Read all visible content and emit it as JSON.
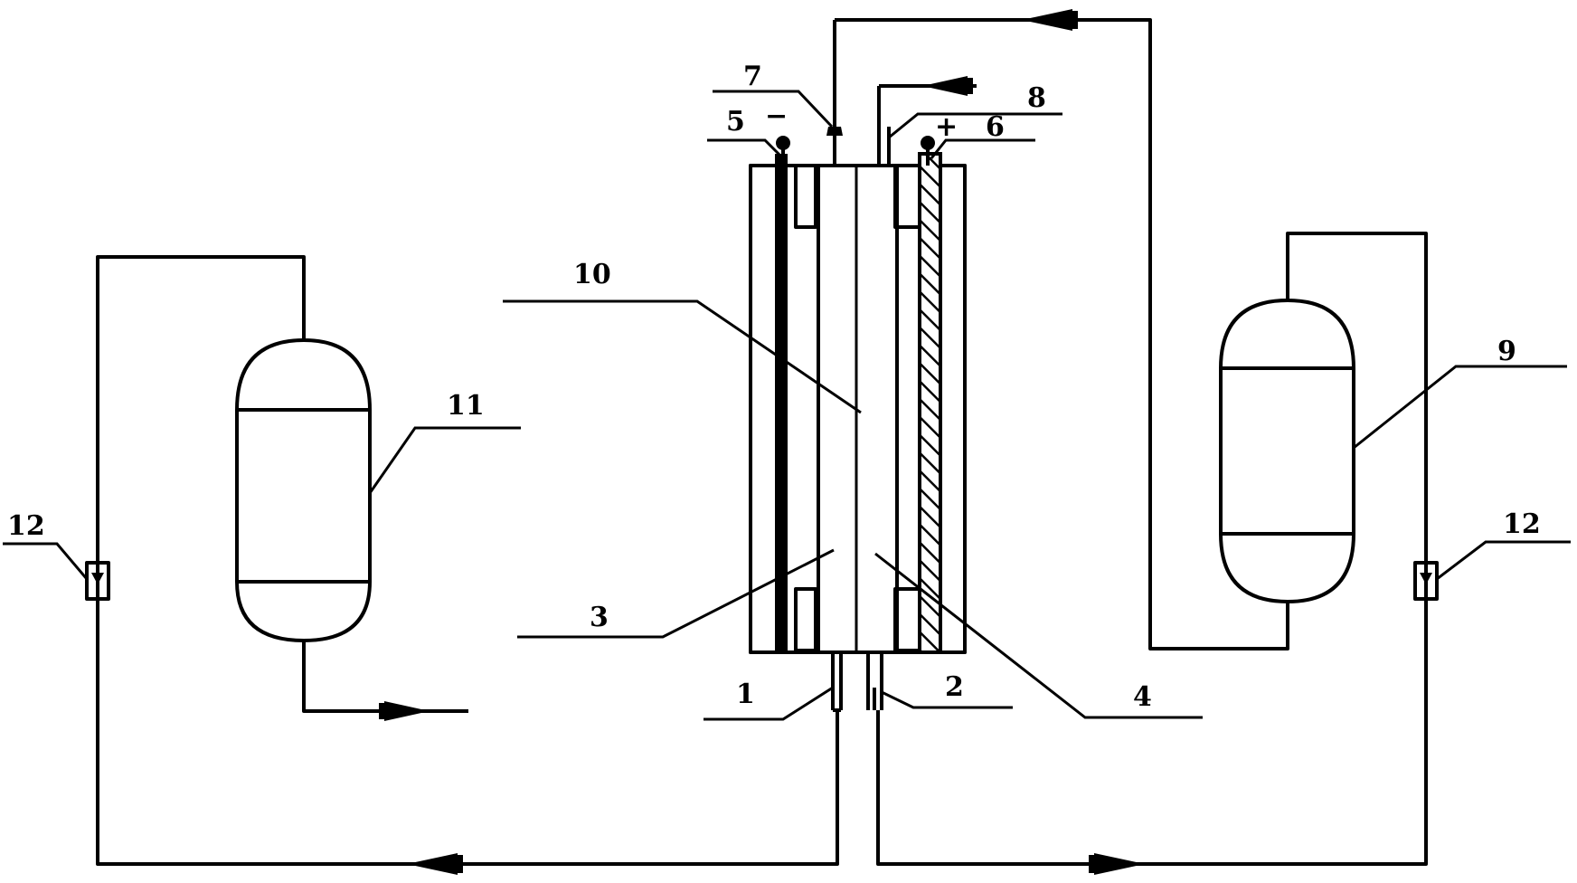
{
  "labels": {
    "l1": "1",
    "l2": "2",
    "l3": "3",
    "l4": "4",
    "l5": "5",
    "l6": "6",
    "l7": "7",
    "l8": "8",
    "l9": "9",
    "l10": "10",
    "l11": "11",
    "l12_left": "12",
    "l12_right": "12"
  },
  "signs": {
    "negative": "−",
    "positive": "+"
  },
  "colors": {
    "line": "#000000",
    "background": "#ffffff"
  }
}
